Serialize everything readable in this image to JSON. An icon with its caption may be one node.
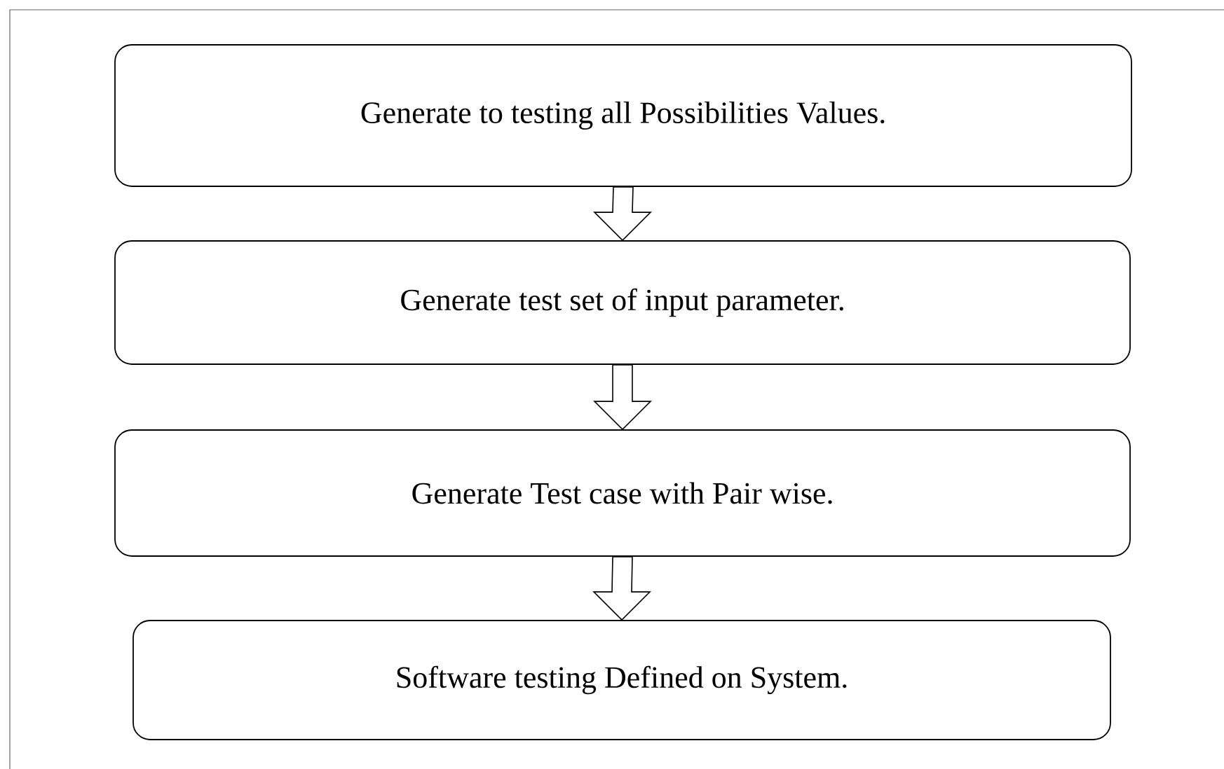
{
  "diagram": {
    "nodes": [
      {
        "text": [
          "Generate to testing all Possibilities Values."
        ]
      },
      {
        "text": [
          "Generate test set of input parameter."
        ]
      },
      {
        "text": [
          "Generate Test case with Pair wise."
        ]
      },
      {
        "text": [
          "Software testing Defined on System."
        ]
      }
    ],
    "edges": [
      {
        "from": 0,
        "to": 1,
        "arrow": "to"
      },
      {
        "from": 1,
        "to": 2,
        "arrow": "to"
      },
      {
        "from": 2,
        "to": 3,
        "arrow": "to"
      }
    ]
  }
}
